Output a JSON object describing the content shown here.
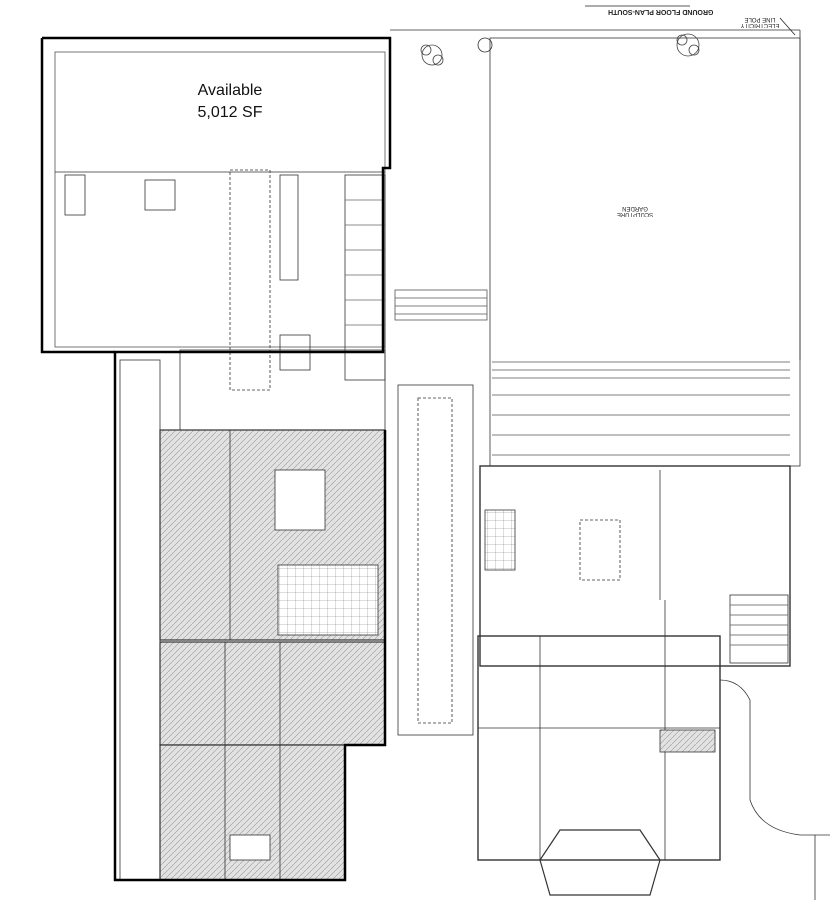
{
  "plan": {
    "title": "GROUND FLOOR PLAN-SOUTH",
    "available_label": "Available",
    "available_area": "5,012 SF",
    "annotations": {
      "electricity_pole": "ELECTRICITY LINE POLE",
      "sculpture_garden": "SCULPTURE GARDEN"
    },
    "colors": {
      "line": "#222222",
      "hatch_fill": "#d9d9d9",
      "outline": "#000000"
    }
  }
}
